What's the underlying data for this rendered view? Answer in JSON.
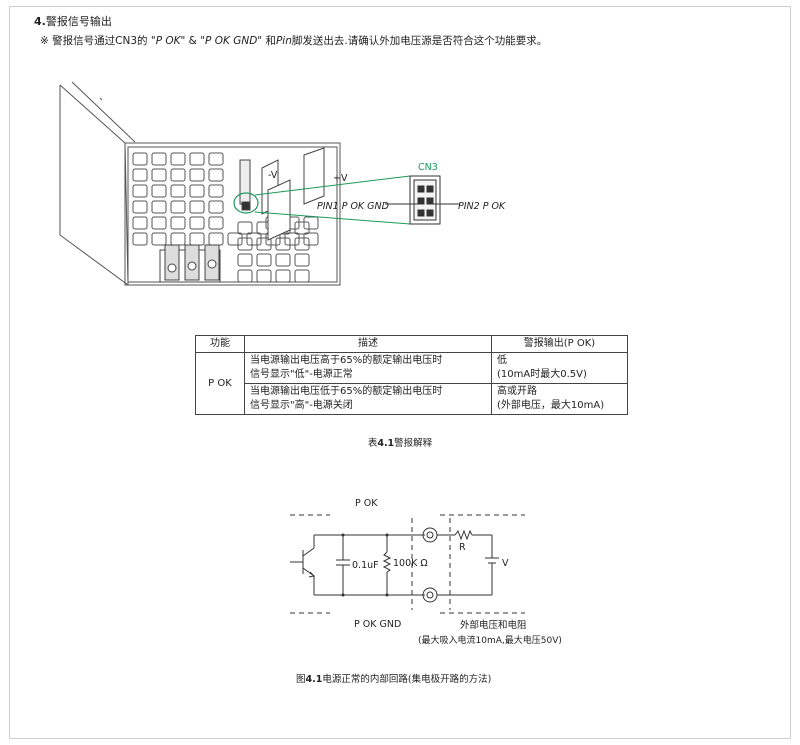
{
  "section": {
    "number": "4.",
    "title": "警报信号输出"
  },
  "note": {
    "mark": "※",
    "text_1": " 警报信号通过CN3的 \"",
    "pok": "P OK",
    "text_2": "\" & \"",
    "pokgnd": "P OK GND",
    "text_3": "\" 和",
    "pin": "Pin",
    "text_4": "脚发送出去.请确认外加电压源是否符合这个功能要求。"
  },
  "figure1": {
    "cn3_label": "CN3",
    "minus_v": "-V",
    "plus_v": "+V",
    "pin1_label": "PIN1 P OK GND",
    "pin2_label": "PIN2 P OK",
    "accent_color": "#1a9a5a"
  },
  "table": {
    "headers": [
      "功能",
      "描述",
      "警报输出(P OK)"
    ],
    "function": "P OK",
    "rows": [
      {
        "desc_1": "当电源输出电压高于65%的额定输出电压时",
        "desc_2": "信号显示\"低\"-电源正常",
        "out_1": "低",
        "out_2": "(10mA时最大0.5V)"
      },
      {
        "desc_1": "当电源输出电压低于65%的额定输出电压时",
        "desc_2": "信号显示\"高\"-电源关闭",
        "out_1": "高或开路",
        "out_2": "(外部电压，最大10mA)"
      }
    ],
    "caption_prefix": "表",
    "caption_num": "4.1",
    "caption_text": "警报解释"
  },
  "circuit": {
    "pok": "P OK",
    "pokgnd": "P OK GND",
    "cap": "0.1uF",
    "res": "100K Ω",
    "r": "R",
    "v": "V",
    "ext_1": "外部电压和电阻",
    "ext_2": "(最大吸入电流10mA,最大电压50V)"
  },
  "figure_caption": {
    "prefix": "图",
    "num": "4.1",
    "text": "电源正常的内部回路(集电极开路的方法)"
  }
}
